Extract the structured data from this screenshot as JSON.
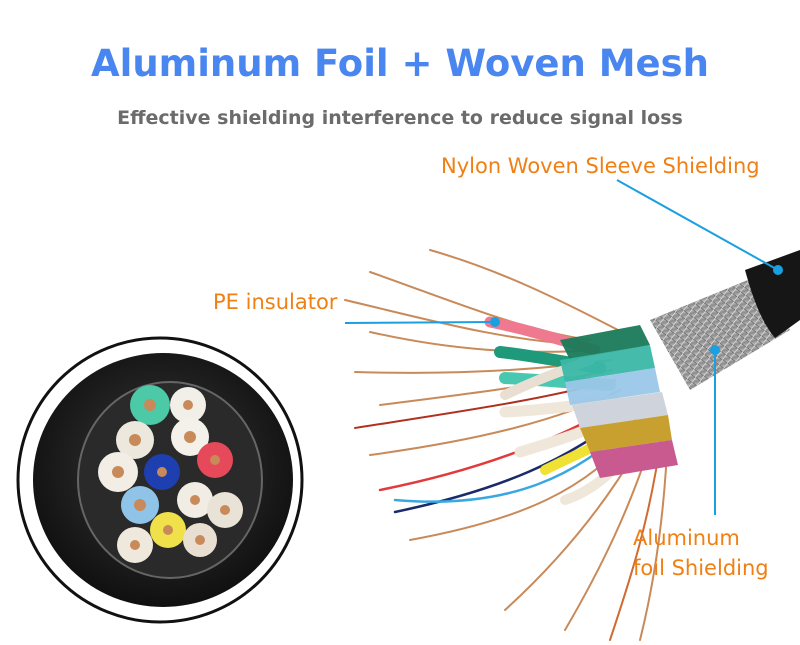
{
  "heading": {
    "title": "Aluminum Foil + Woven Mesh",
    "subtitle": "Effective shielding interference to reduce signal loss"
  },
  "callouts": {
    "nylon": "Nylon Woven Sleeve Shielding",
    "pe": "PE insulator",
    "aluminum_line1": "Aluminum",
    "aluminum_line2": "foil Shielding"
  },
  "colors": {
    "title": "#4a86f0",
    "subtitle": "#6b6b6b",
    "callout_text": "#f07f14",
    "leader_line": "#1aa0e0",
    "cable_jacket": "#1a1a1a"
  }
}
